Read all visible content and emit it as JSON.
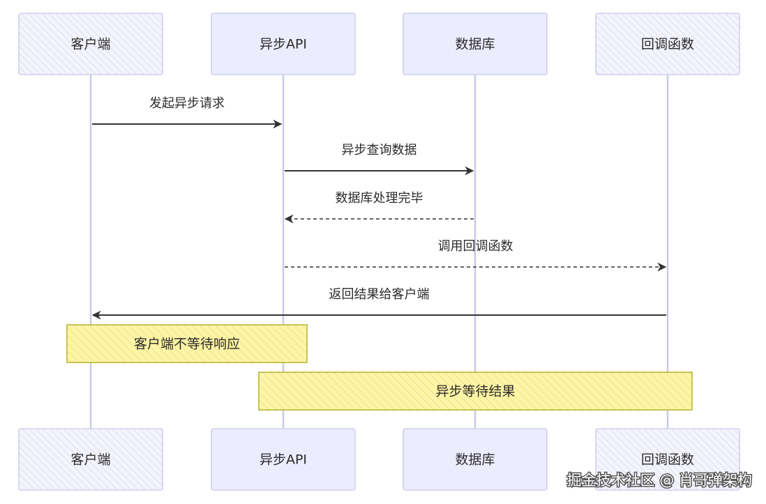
{
  "participants": [
    {
      "id": "client",
      "label": "客户端",
      "hatched": true
    },
    {
      "id": "async_api",
      "label": "异步API",
      "hatched": false
    },
    {
      "id": "database",
      "label": "数据库",
      "hatched": false
    },
    {
      "id": "callback",
      "label": "回调函数",
      "hatched": true
    }
  ],
  "messages": [
    {
      "from": "client",
      "to": "async_api",
      "label": "发起异步请求",
      "style": "solid"
    },
    {
      "from": "async_api",
      "to": "database",
      "label": "异步查询数据",
      "style": "solid"
    },
    {
      "from": "database",
      "to": "async_api",
      "label": "数据库处理完毕",
      "style": "dashed"
    },
    {
      "from": "async_api",
      "to": "callback",
      "label": "调用回调函数",
      "style": "dashed"
    },
    {
      "from": "callback",
      "to": "client",
      "label": "返回结果给客户端",
      "style": "solid"
    }
  ],
  "notes": [
    {
      "over": [
        "client",
        "async_api"
      ],
      "label": "客户端不等待响应"
    },
    {
      "over": [
        "async_api",
        "callback"
      ],
      "label": "异步等待结果"
    }
  ],
  "watermark": "掘金技术社区 @ 肖哥弹架构",
  "colors": {
    "participant_fill": "#ececff",
    "participant_border": "#cfcff0",
    "hatch": "#d8d8ee",
    "lifeline": "#c8c8ea",
    "arrow": "#333333",
    "note_fill": "#fff5a8",
    "note_border": "#b8b832",
    "note_hatch": "#e6e07a"
  }
}
